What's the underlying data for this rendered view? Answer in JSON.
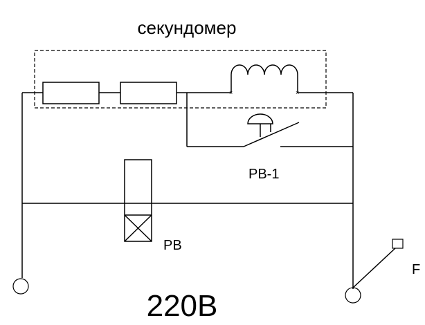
{
  "labels": {
    "title": "секундомер",
    "relay_contact": "РВ-1",
    "relay_coil": "РВ",
    "switch": "F",
    "voltage": "220В"
  },
  "colors": {
    "line": "#000000",
    "background": "#ffffff"
  }
}
